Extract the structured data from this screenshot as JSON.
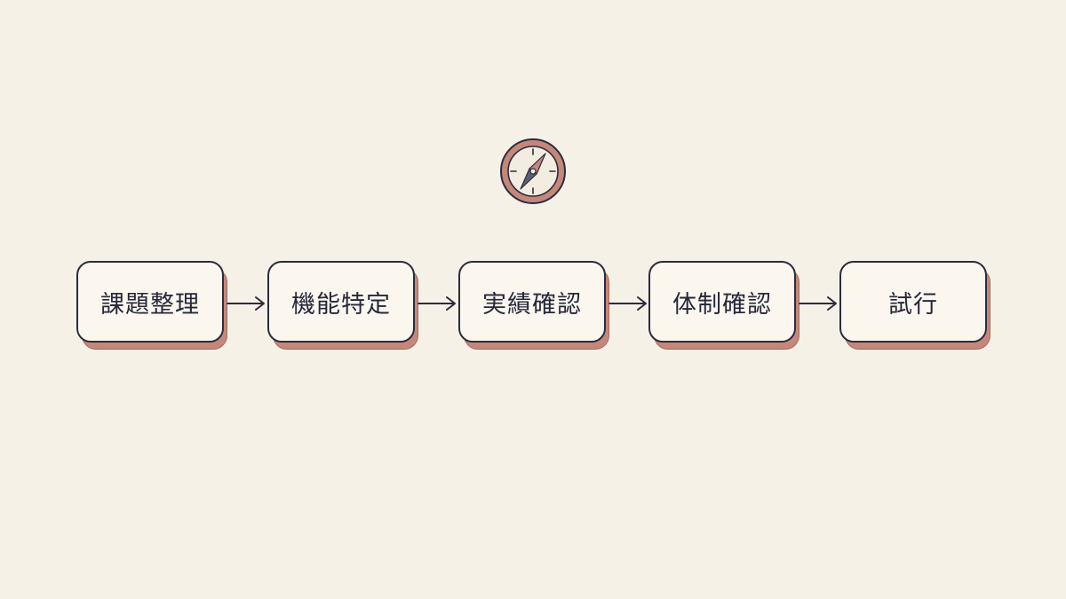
{
  "diagram": {
    "icon": "compass-icon",
    "steps": [
      {
        "label": "課題整理"
      },
      {
        "label": "機能特定"
      },
      {
        "label": "実績確認"
      },
      {
        "label": "体制確認"
      },
      {
        "label": "試行"
      }
    ],
    "colors": {
      "background": "#f6f1e7",
      "card_fill": "#fbf7ef",
      "outline": "#2a2c3e",
      "card_shadow": "#c4877a",
      "compass_ring": "#b98377",
      "needle": "#5d5f6e"
    }
  }
}
